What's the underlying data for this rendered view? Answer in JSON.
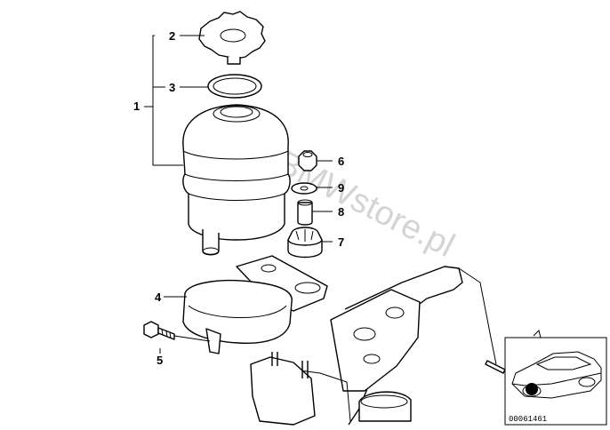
{
  "callouts": [
    {
      "id": "1",
      "label": "1"
    },
    {
      "id": "2",
      "label": "2"
    },
    {
      "id": "3",
      "label": "3"
    },
    {
      "id": "4",
      "label": "4"
    },
    {
      "id": "5",
      "label": "5"
    },
    {
      "id": "6",
      "label": "6"
    },
    {
      "id": "7",
      "label": "7"
    },
    {
      "id": "8",
      "label": "8"
    },
    {
      "id": "9",
      "label": "9"
    }
  ],
  "watermark": "www.BMWstore.pl",
  "inset": {
    "code": "00061461",
    "marker_color": "#000000"
  },
  "icons": [
    "car-silhouette-icon",
    "location-dot-icon"
  ]
}
